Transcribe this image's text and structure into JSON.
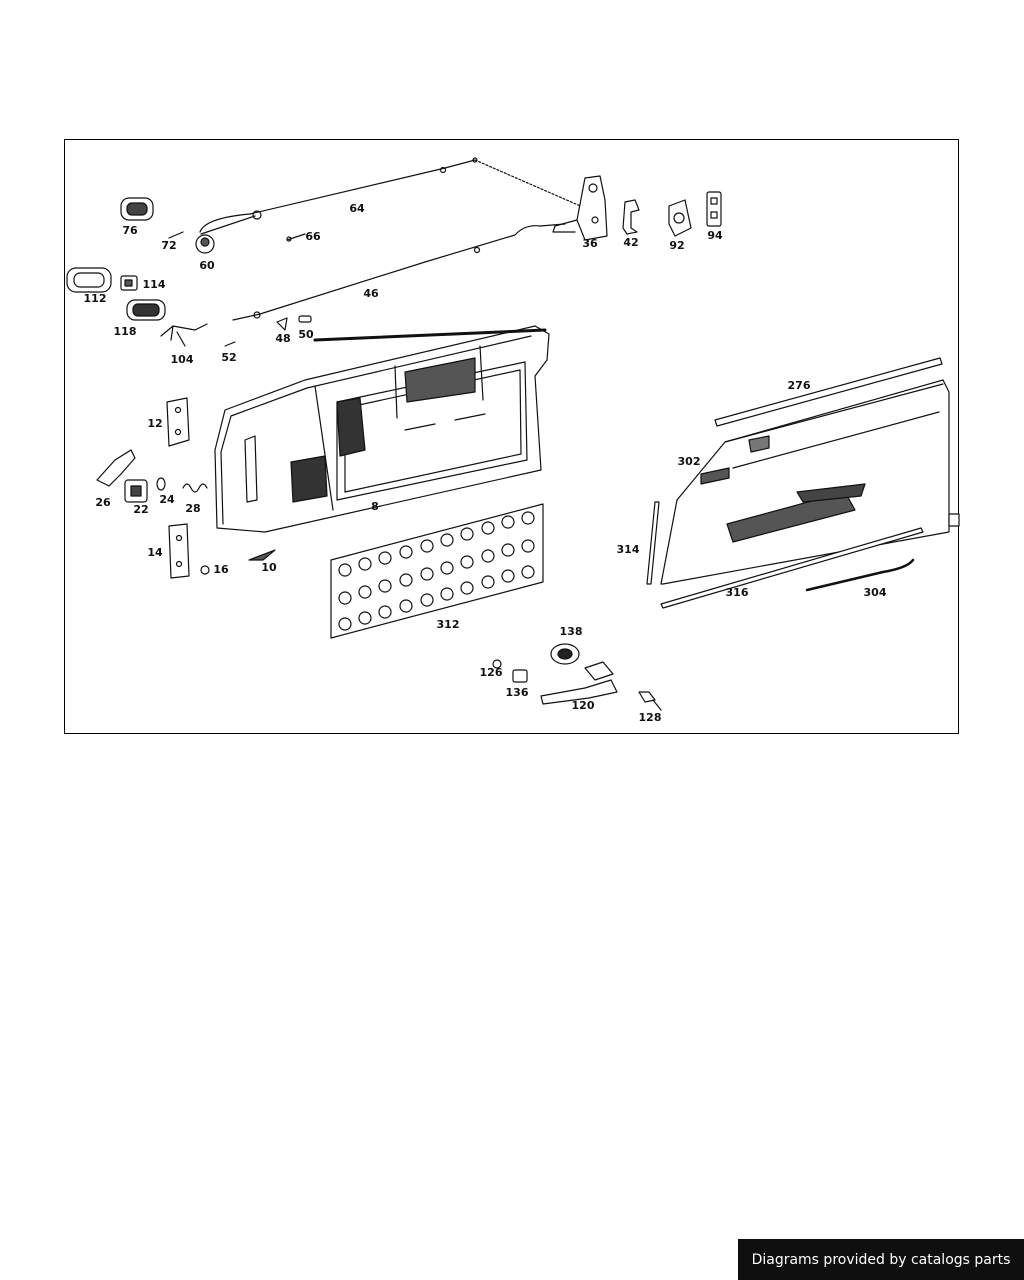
{
  "diagram": {
    "part_labels": [
      "8",
      "10",
      "12",
      "14",
      "16",
      "22",
      "24",
      "26",
      "28",
      "36",
      "42",
      "46",
      "48",
      "50",
      "52",
      "60",
      "64",
      "66",
      "72",
      "76",
      "92",
      "94",
      "104",
      "112",
      "114",
      "118",
      "120",
      "126",
      "128",
      "136",
      "138",
      "276",
      "302",
      "304",
      "312",
      "314",
      "316"
    ]
  },
  "footer": {
    "credit": "Diagrams provided by catalogs parts"
  },
  "colors": {
    "ink": "#111111",
    "badge_bg": "#0f0f0f",
    "badge_text": "#ffffff"
  }
}
